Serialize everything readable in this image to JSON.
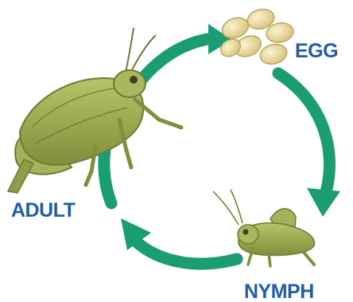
{
  "stages": [
    {
      "key": "egg",
      "label": "EGG"
    },
    {
      "key": "nymph",
      "label": "NYMPH"
    },
    {
      "key": "adult",
      "label": "ADULT"
    }
  ],
  "colors": {
    "cycle_arrow": "#1a9d73",
    "label_text": "#1f5da8",
    "insect_body": "#9fae55",
    "insect_dark": "#6d7c32",
    "egg_fill": "#e8d9a0",
    "egg_outline": "#b9a862"
  },
  "icons": {
    "egg": "egg-cluster-icon",
    "nymph": "grasshopper-nymph-icon",
    "adult": "adult-grasshopper-icon"
  }
}
